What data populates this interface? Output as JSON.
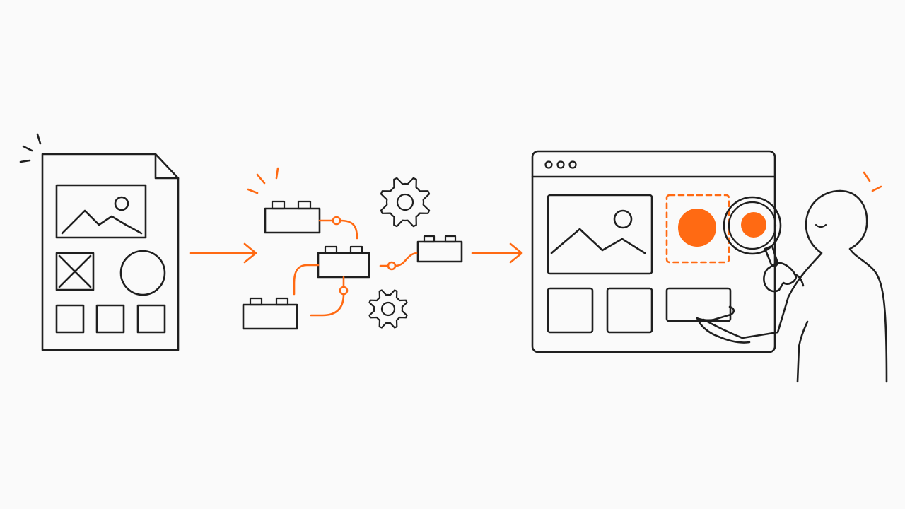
{
  "colors": {
    "background": "#fafafa",
    "ink": "#1f1f1f",
    "accent": "#ff6a13"
  },
  "steps": [
    {
      "name": "wireframe-document",
      "icon": "wireframe-page-icon"
    },
    {
      "name": "component-assembly",
      "icon": "building-blocks-icon"
    },
    {
      "name": "browser-inspection",
      "icon": "browser-window-icon"
    }
  ],
  "icons": {
    "arrow": "arrow-right-icon",
    "gear": "gear-icon",
    "magnifier": "magnifying-glass-icon",
    "person": "person-icon"
  }
}
